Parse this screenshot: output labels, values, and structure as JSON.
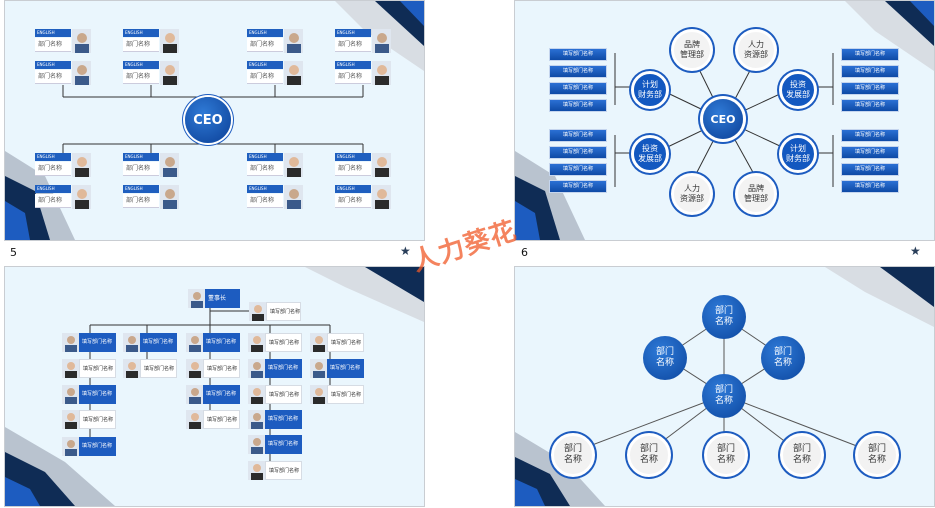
{
  "slide5": {
    "number": "5",
    "ceo": "CEO",
    "tag": "ENGLISH",
    "cards": [
      "部门名称",
      "部门名称",
      "部门名称",
      "部门名称",
      "部门名称",
      "部门名称",
      "部门名称",
      "部门名称",
      "部门名称",
      "部门名称",
      "部门名称",
      "部门名称",
      "部门名称",
      "部门名称",
      "部门名称",
      "部门名称"
    ]
  },
  "slide6": {
    "number": "6",
    "ceo": "CEO",
    "top_left": "品牌\n管理部",
    "top_right": "人力\n资源部",
    "bottom_left": "人力\n资源部",
    "bottom_right": "品牌\n管理部",
    "left_top": "计划\n财务部",
    "left_bottom": "投资\n发展部",
    "right_top": "投资\n发展部",
    "right_bottom": "计划\n财务部",
    "box": "填写部门名称"
  },
  "slide7": {
    "chair": "董事长",
    "box": "填写部门名称"
  },
  "slide8": {
    "node": "部门\n名称"
  },
  "watermark": "人力葵花"
}
